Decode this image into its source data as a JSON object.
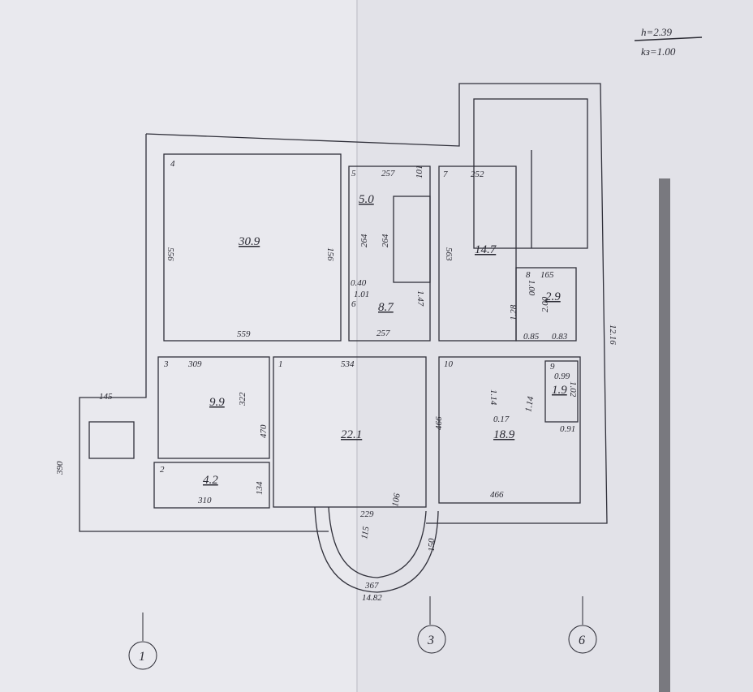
{
  "header": {
    "height_note": "h=2.39",
    "coef_note": "kз=1.00"
  },
  "rooms": [
    {
      "number": "4",
      "area": "30.9",
      "dims": [
        "559",
        "556",
        "156"
      ]
    },
    {
      "number": "5",
      "area": "5.0",
      "dims": [
        "257",
        "264",
        "264",
        "101",
        "0.40",
        "1.01"
      ]
    },
    {
      "number": "6",
      "area": "8.7",
      "dims": [
        "257",
        "1.47"
      ]
    },
    {
      "number": "7",
      "area": "14.7",
      "dims": [
        "252",
        "563"
      ]
    },
    {
      "number": "8",
      "area": "2.9",
      "dims": [
        "165",
        "1.00",
        "2.00",
        "1.28",
        "0.85",
        "0.83"
      ]
    },
    {
      "number": "3",
      "area": "9.9",
      "dims": [
        "309",
        "322"
      ]
    },
    {
      "number": "2",
      "area": "4.2",
      "dims": [
        "310",
        "134"
      ]
    },
    {
      "number": "1",
      "area": "22.1",
      "dims": [
        "534",
        "470",
        "229",
        "115",
        "106"
      ]
    },
    {
      "number": "10",
      "area": "18.9",
      "dims": [
        "466",
        "466",
        "1.14",
        "0.17"
      ]
    },
    {
      "number": "9",
      "area": "1.9",
      "dims": [
        "0.99",
        "1.02",
        "1.14",
        "0.91"
      ]
    }
  ],
  "exterior": {
    "porch_width": "145",
    "porch_length": "390",
    "bay_width": "367",
    "total_width": "14.82",
    "total_depth": "12.16",
    "bay_depth": "150"
  },
  "axes": [
    "1",
    "3",
    "6"
  ]
}
